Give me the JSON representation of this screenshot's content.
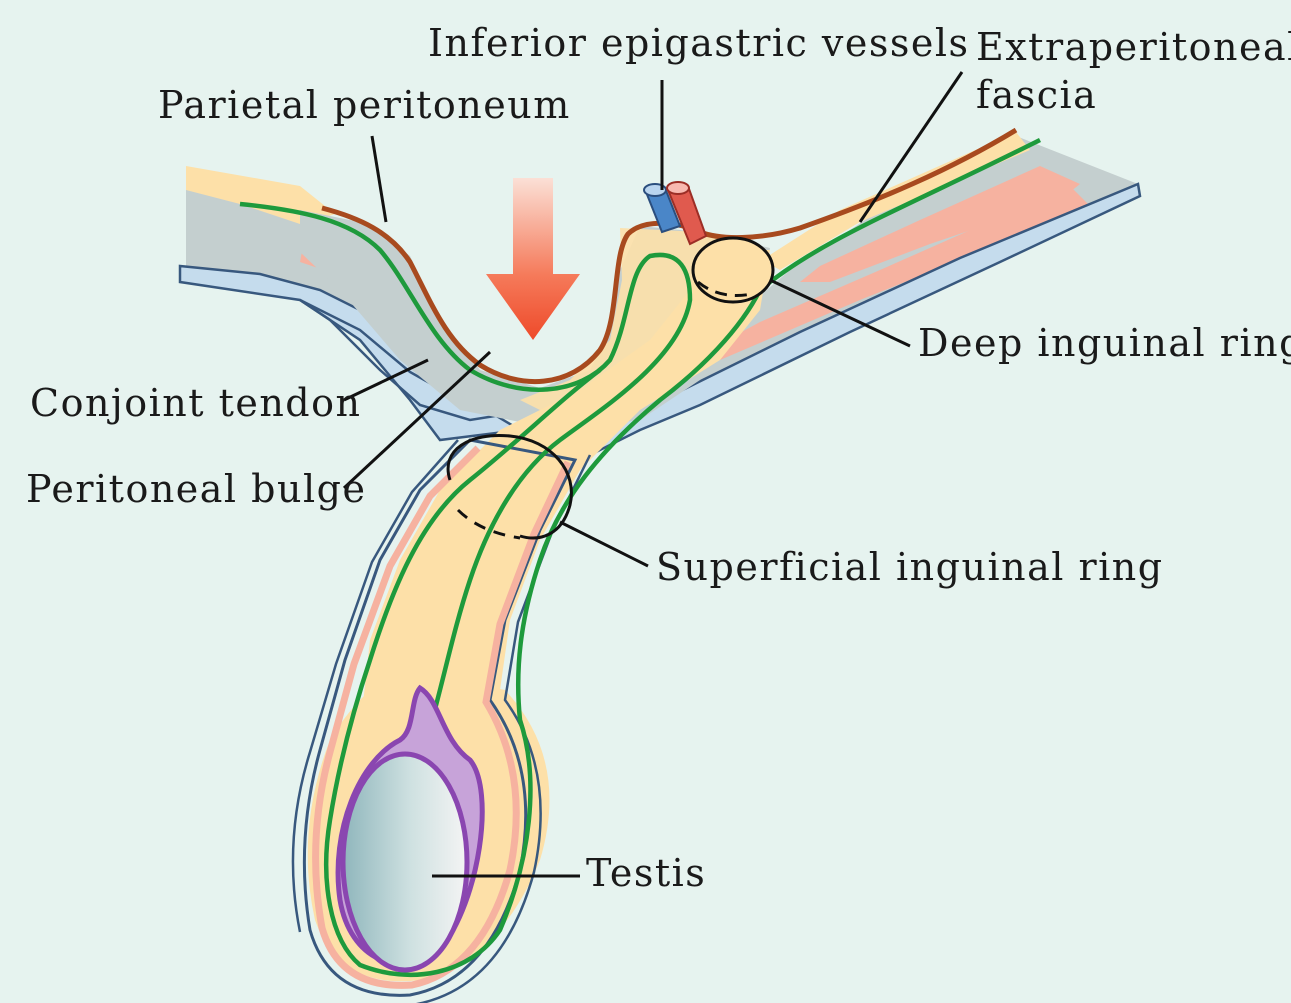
{
  "diagram": {
    "labels": {
      "inferior_epigastric_vessels": "Inferior epigastric vessels",
      "extraperitoneal_fascia_line1": "Extraperitoneal",
      "extraperitoneal_fascia_line2": "fascia",
      "parietal_peritoneum": "Parietal peritoneum",
      "deep_inguinal_ring": "Deep inguinal ring",
      "conjoint_tendon": "Conjoint tendon",
      "peritoneal_bulge": "Peritoneal bulge",
      "superficial_inguinal_ring": "Superficial inguinal ring",
      "testis": "Testis"
    },
    "colors": {
      "background": "#e6f3ef",
      "fat": "#fde0a8",
      "grey_fascia": "#c4cfcf",
      "muscle": "#f6b2a0",
      "light_blue": "#c5dced",
      "blue_outline": "#38587e",
      "peritoneum": "#a84a1e",
      "transversalis_green": "#1e9a3c",
      "tunica_purple": "#8a46b0",
      "arrow": "#f05a3c",
      "vein": "#4a86c8",
      "artery": "#e05a4e"
    }
  }
}
